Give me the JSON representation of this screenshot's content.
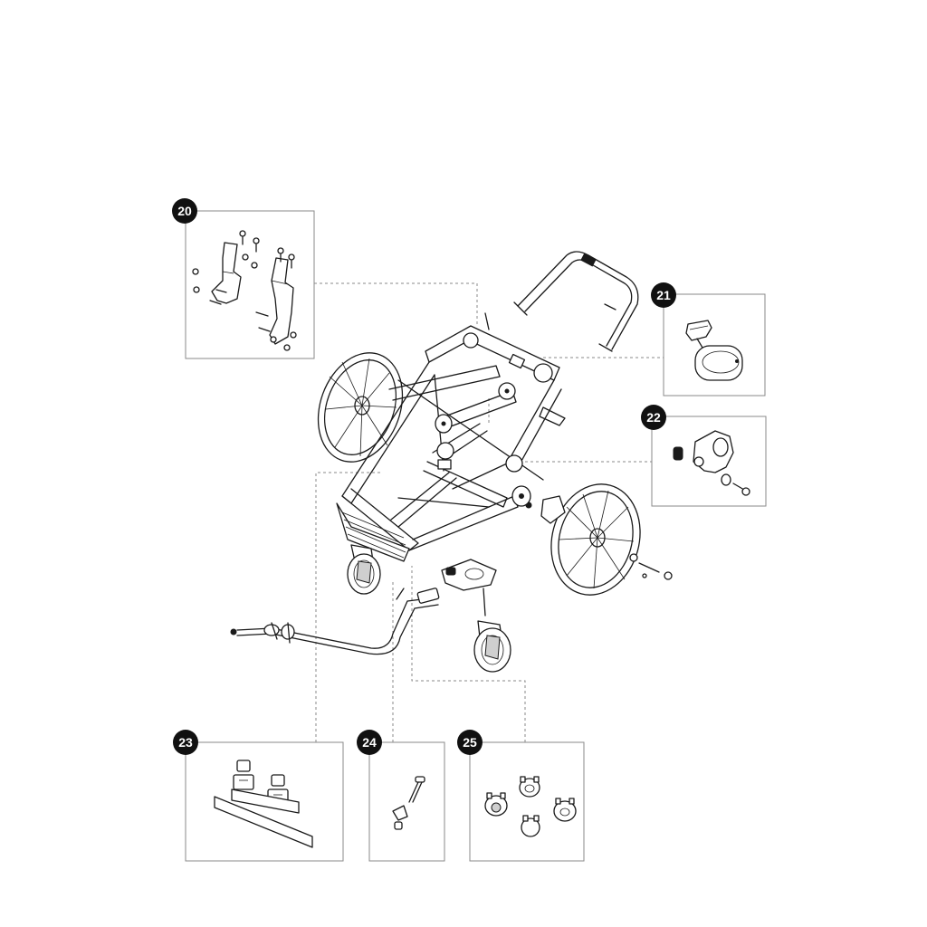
{
  "callouts": [
    {
      "id": "20",
      "label": "20"
    },
    {
      "id": "21",
      "label": "21"
    },
    {
      "id": "22",
      "label": "22"
    },
    {
      "id": "23",
      "label": "23"
    },
    {
      "id": "24",
      "label": "24"
    },
    {
      "id": "25",
      "label": "25"
    }
  ],
  "colors": {
    "line": "#1a1a1a",
    "box_border": "#8a8a8a",
    "badge": "#111111",
    "badge_text": "#ffffff"
  },
  "icons": [
    "stroller-frame-drawing",
    "wheel-icon",
    "bracket-icon",
    "clip-icon",
    "hub-icon",
    "plate-icon",
    "pin-icon",
    "cap-icon"
  ]
}
